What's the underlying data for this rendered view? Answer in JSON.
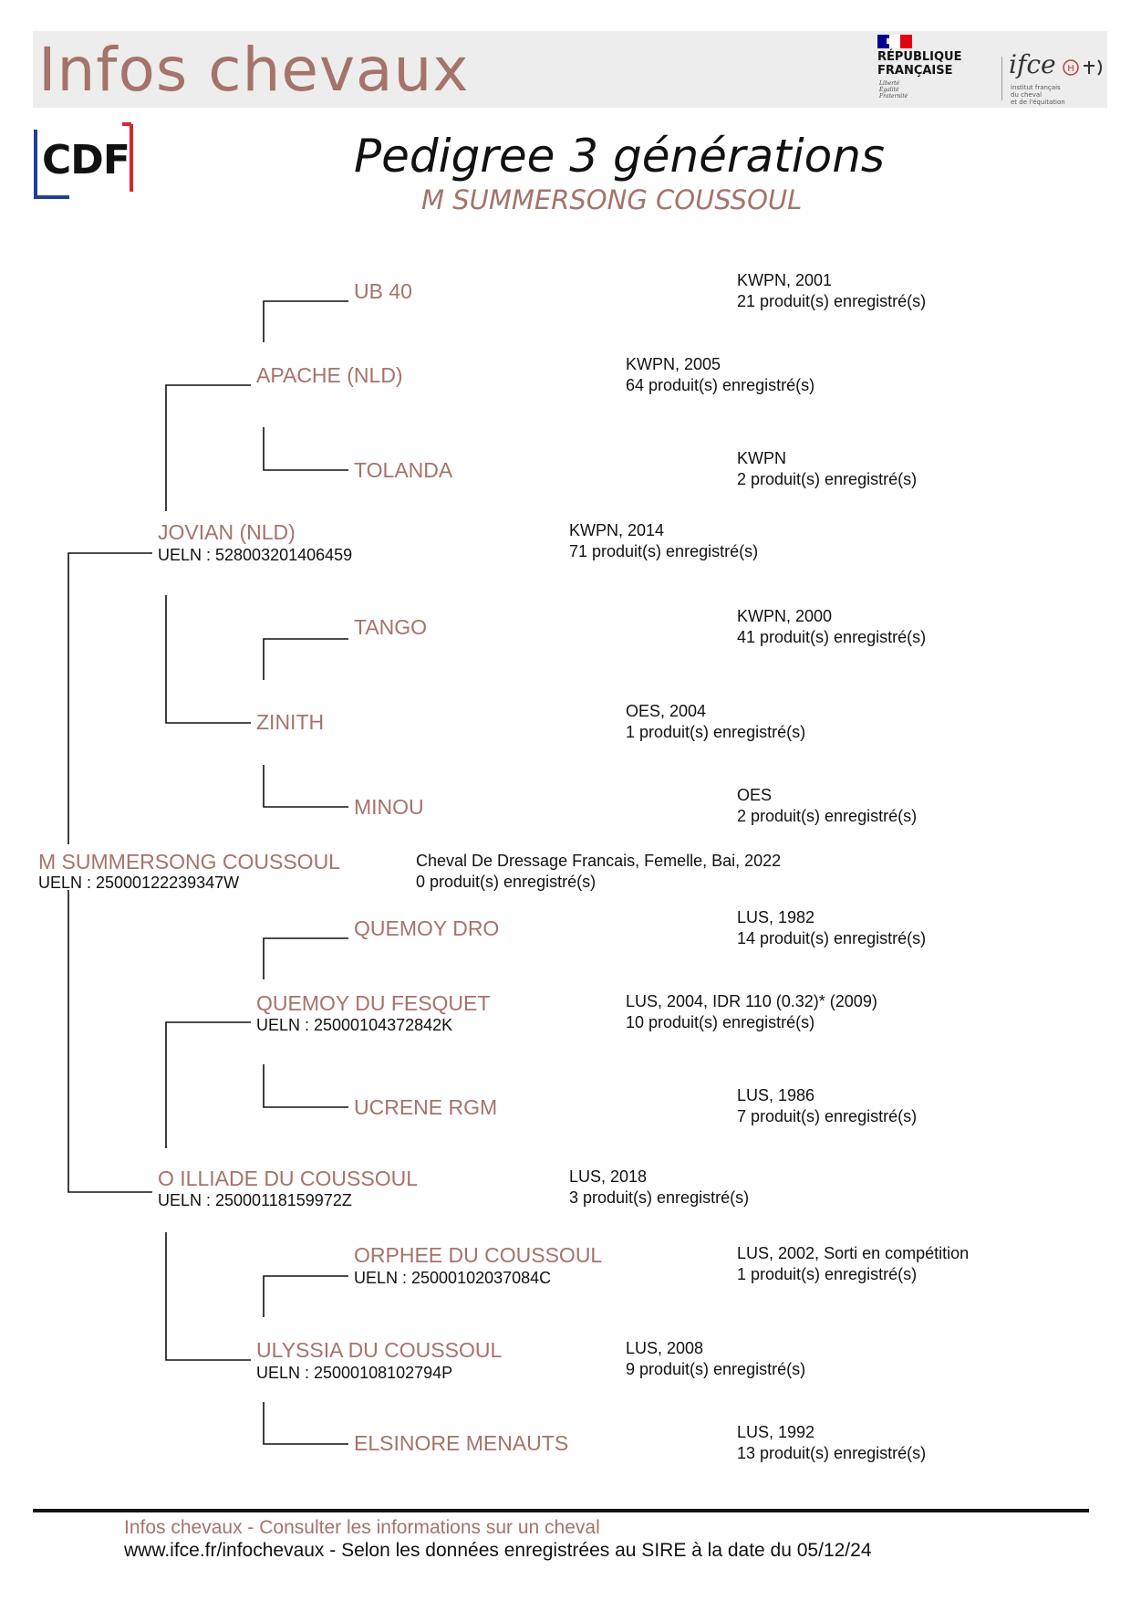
{
  "header": {
    "title": "Infos chevaux",
    "republic": {
      "line1": "RÉPUBLIQUE",
      "line2": "FRANÇAISE"
    },
    "motto": {
      "line1": "Liberté",
      "line2": "Égalité",
      "line3": "Fraternité"
    },
    "ifce": {
      "logo": "ifce",
      "sub1": "institut français",
      "sub2": "du cheval",
      "sub3": "et de l'équitation"
    },
    "cdf_logo": "CDF"
  },
  "document": {
    "title": "Pedigree 3 générations",
    "subtitle": "M SUMMERSONG COUSSOUL"
  },
  "pedigree": {
    "subject": {
      "name": "M SUMMERSONG COUSSOUL",
      "ueln": "UELN : 25000122239347W",
      "info1": "Cheval De Dressage Francais, Femelle, Bai, 2022",
      "info2": "0 produit(s) enregistré(s)"
    },
    "sire": {
      "name": "JOVIAN (NLD)",
      "ueln": "UELN : 528003201406459",
      "info1": "KWPN, 2014",
      "info2": "71 produit(s) enregistré(s)"
    },
    "sire_sire": {
      "name": "APACHE (NLD)",
      "info1": "KWPN, 2005",
      "info2": "64 produit(s) enregistré(s)"
    },
    "sire_sire_sire": {
      "name": "UB 40",
      "info1": "KWPN, 2001",
      "info2": "21 produit(s) enregistré(s)"
    },
    "sire_sire_dam": {
      "name": "TOLANDA",
      "info1": "KWPN",
      "info2": "2 produit(s) enregistré(s)"
    },
    "sire_dam": {
      "name": "ZINITH",
      "info1": "OES, 2004",
      "info2": "1 produit(s) enregistré(s)"
    },
    "sire_dam_sire": {
      "name": "TANGO",
      "info1": "KWPN, 2000",
      "info2": "41 produit(s) enregistré(s)"
    },
    "sire_dam_dam": {
      "name": "MINOU",
      "info1": "OES",
      "info2": "2 produit(s) enregistré(s)"
    },
    "dam": {
      "name": "O ILLIADE DU COUSSOUL",
      "ueln": "UELN : 25000118159972Z",
      "info1": "LUS, 2018",
      "info2": "3 produit(s) enregistré(s)"
    },
    "dam_sire": {
      "name": "QUEMOY DU FESQUET",
      "ueln": "UELN : 25000104372842K",
      "info1": "LUS, 2004, IDR 110 (0.32)* (2009)",
      "info2": "10 produit(s) enregistré(s)"
    },
    "dam_sire_sire": {
      "name": "QUEMOY DRO",
      "info1": "LUS, 1982",
      "info2": "14 produit(s) enregistré(s)"
    },
    "dam_sire_dam": {
      "name": "UCRENE RGM",
      "info1": "LUS, 1986",
      "info2": "7 produit(s) enregistré(s)"
    },
    "dam_dam": {
      "name": "ULYSSIA DU COUSSOUL",
      "ueln": "UELN : 25000108102794P",
      "info1": "LUS, 2008",
      "info2": "9 produit(s) enregistré(s)"
    },
    "dam_dam_sire": {
      "name": "ORPHEE DU COUSSOUL",
      "ueln": "UELN : 25000102037084C",
      "info1": "LUS, 2002, Sorti en compétition",
      "info2": "1 produit(s) enregistré(s)"
    },
    "dam_dam_dam": {
      "name": "ELSINORE MENAUTS",
      "info1": "LUS, 1992",
      "info2": "13 produit(s) enregistré(s)"
    }
  },
  "footer": {
    "line1": "Infos chevaux - Consulter les informations sur un cheval",
    "line2": "www.ifce.fr/infochevaux - Selon les données enregistrées au SIRE à la date du 05/12/24"
  },
  "colors": {
    "accent": "#a5736a",
    "text": "#111111",
    "band": "#ededed",
    "cdf_blue": "#1f3f93",
    "cdf_red": "#d7262d",
    "flag_blue": "#000091",
    "flag_red": "#e1000f"
  }
}
